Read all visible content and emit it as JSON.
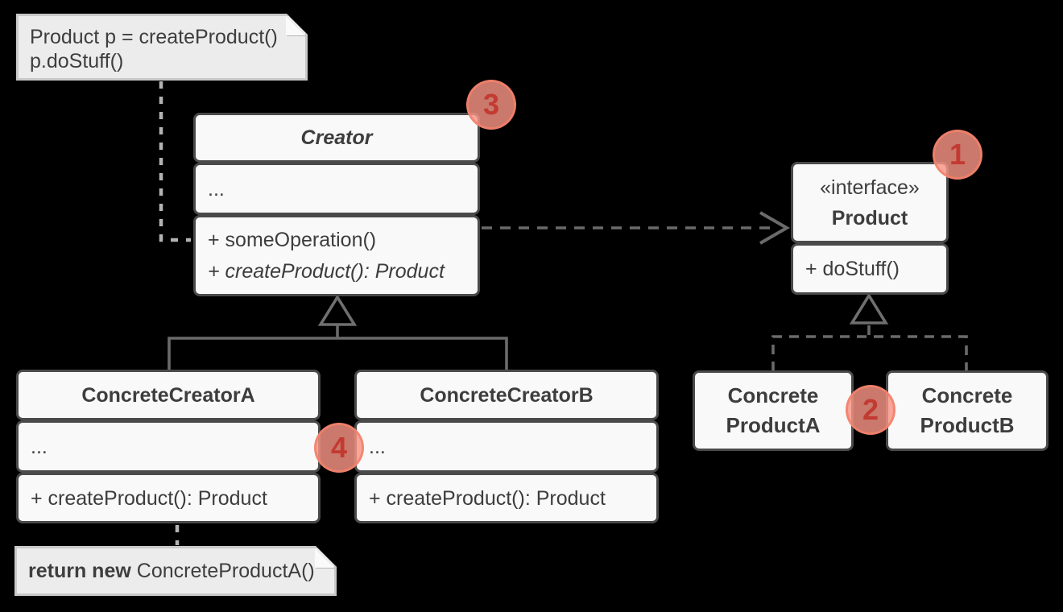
{
  "notes": {
    "usage": {
      "lines": [
        "Product p = createProduct()",
        "p.doStuff()"
      ]
    },
    "return_note": {
      "bold": "return new",
      "rest": "ConcreteProductA()"
    }
  },
  "classes": {
    "creator": {
      "name": "Creator",
      "fields": "...",
      "methods": [
        {
          "label": "+ someOperation()"
        },
        {
          "label": "+ createProduct(): Product"
        }
      ]
    },
    "product": {
      "stereotype": "«interface»",
      "name": "Product",
      "methods": [
        {
          "label": "+ doStuff()"
        }
      ]
    },
    "concrete_creator_a": {
      "name": "ConcreteCreatorA",
      "fields": "...",
      "methods": [
        {
          "label": "+ createProduct(): Product"
        }
      ]
    },
    "concrete_creator_b": {
      "name": "ConcreteCreatorB",
      "fields": "...",
      "methods": [
        {
          "label": "+ createProduct(): Product"
        }
      ]
    },
    "concrete_product_a": {
      "name_line1": "Concrete",
      "name_line2": "ProductA"
    },
    "concrete_product_b": {
      "name_line1": "Concrete",
      "name_line2": "ProductB"
    }
  },
  "badges": [
    {
      "number": "1"
    },
    {
      "number": "2"
    },
    {
      "number": "3"
    },
    {
      "number": "4"
    }
  ],
  "colors": {
    "background": "#000000",
    "box_fill": "#f9f9f9",
    "box_border": "#4a4a4a",
    "text": "#3d3d3d",
    "relation_line": "#6a6a6a",
    "triangle_outline": "#6f6f6f",
    "note_fill": "#ececec",
    "note_border": "#c9c9c9",
    "note_connector": "#b3b3b3",
    "badge_fill": "#f69484",
    "badge_ring": "#f3806a",
    "badge_number": "#c23a31"
  }
}
